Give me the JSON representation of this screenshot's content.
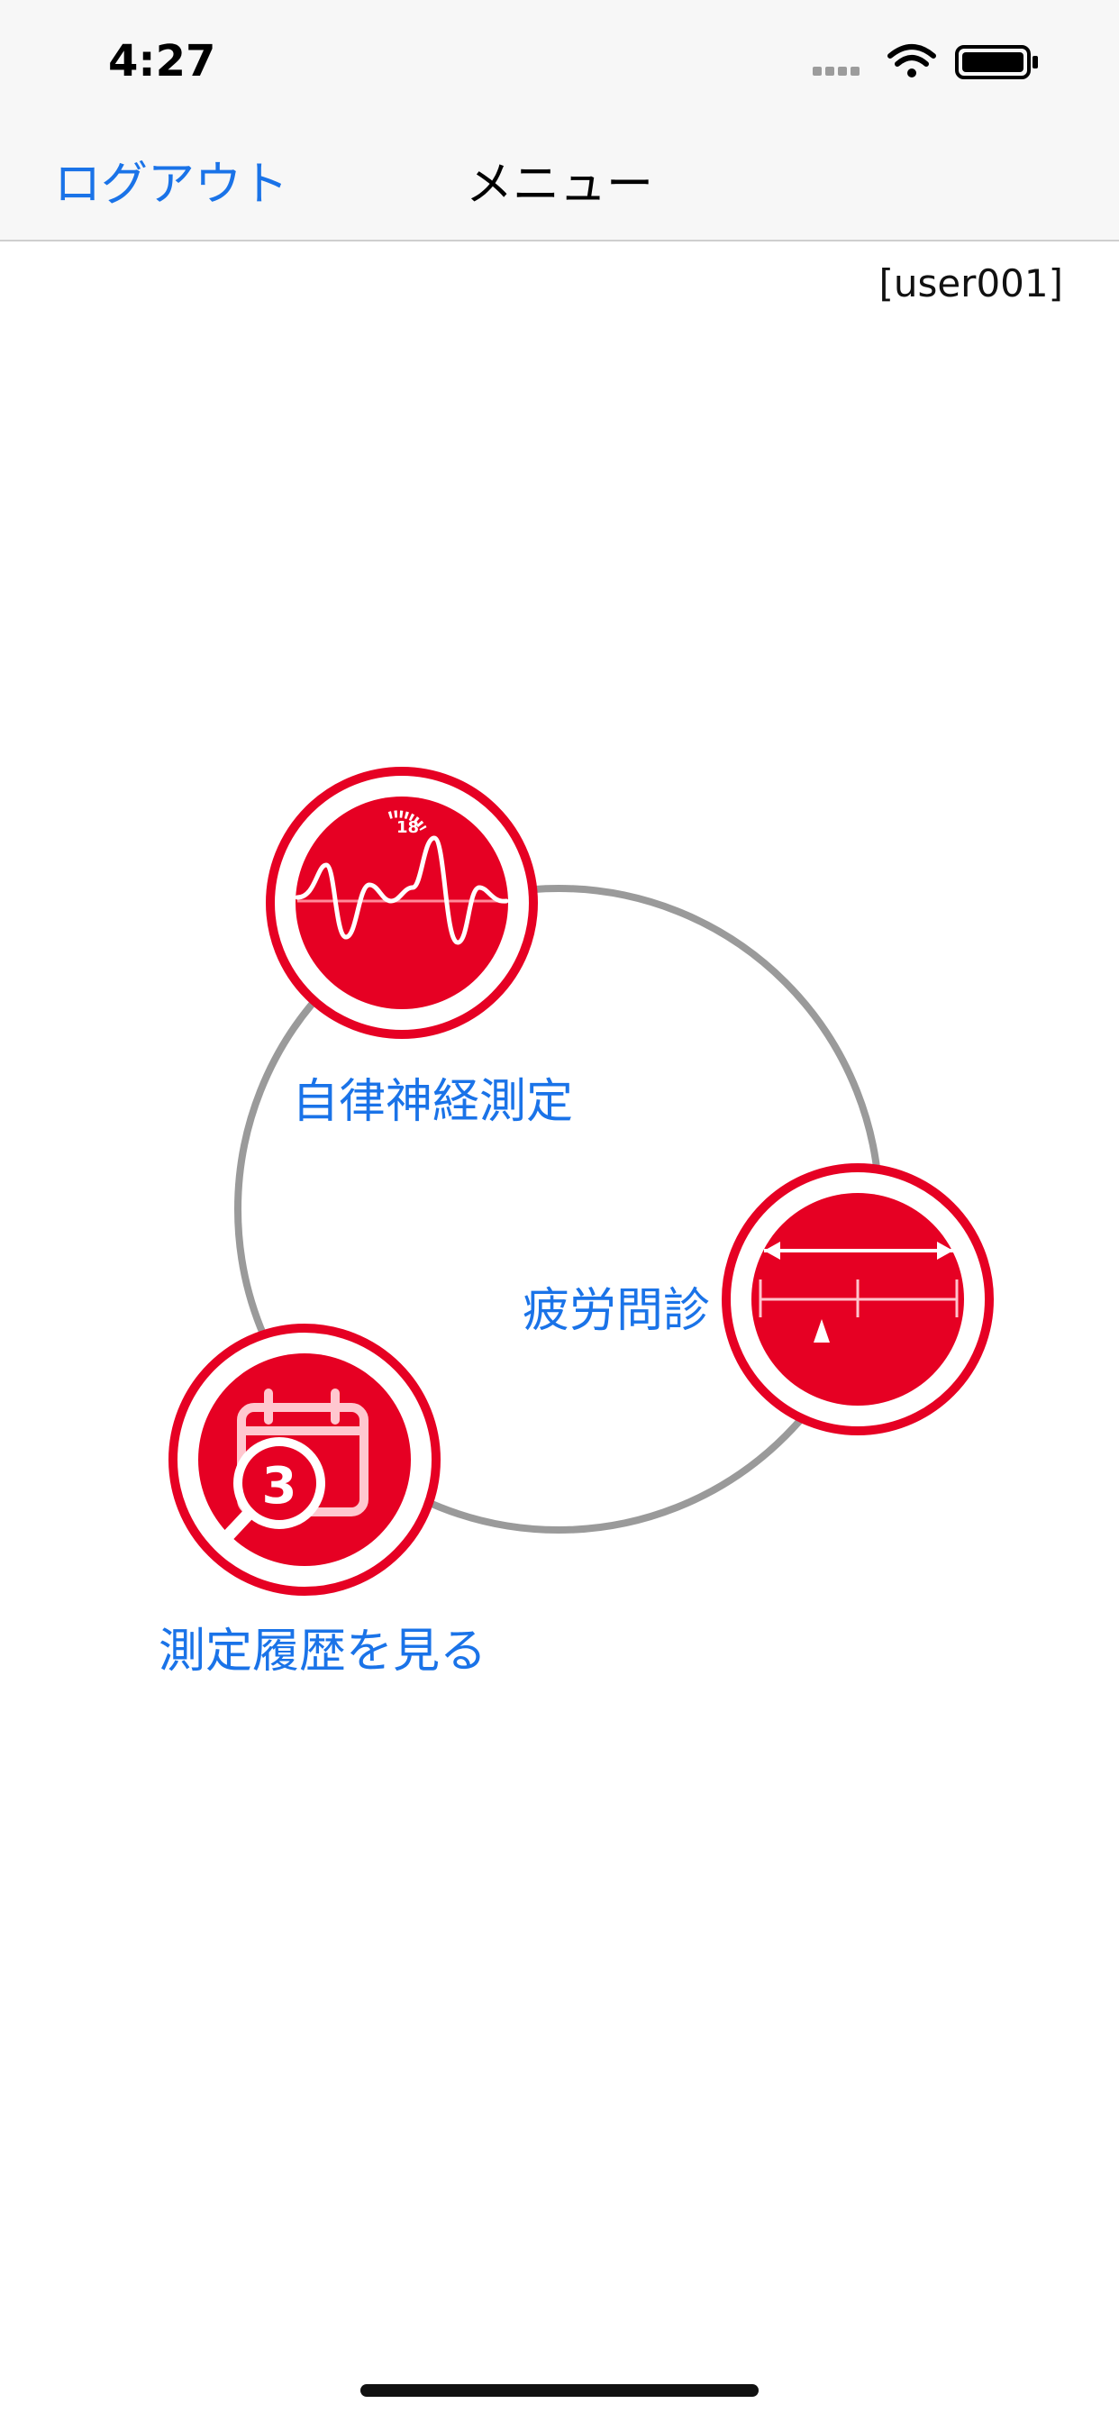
{
  "status_bar": {
    "time": "4:27"
  },
  "nav": {
    "logout_label": "ログアウト",
    "title": "メニュー"
  },
  "user": {
    "label": "[user001]"
  },
  "menu": {
    "items": [
      {
        "label": "自律神経測定",
        "icon": "heart-wave-icon"
      },
      {
        "label": "疲労問診",
        "icon": "fatigue-scale-icon"
      },
      {
        "label": "測定履歴を見る",
        "icon": "calendar-search-icon"
      }
    ],
    "icon_badge_number": "18",
    "history_badge_number": "3"
  },
  "colors": {
    "accent_red": "#e60023",
    "link_blue": "#1a73e8",
    "ring_gray": "#9a9a9a"
  }
}
